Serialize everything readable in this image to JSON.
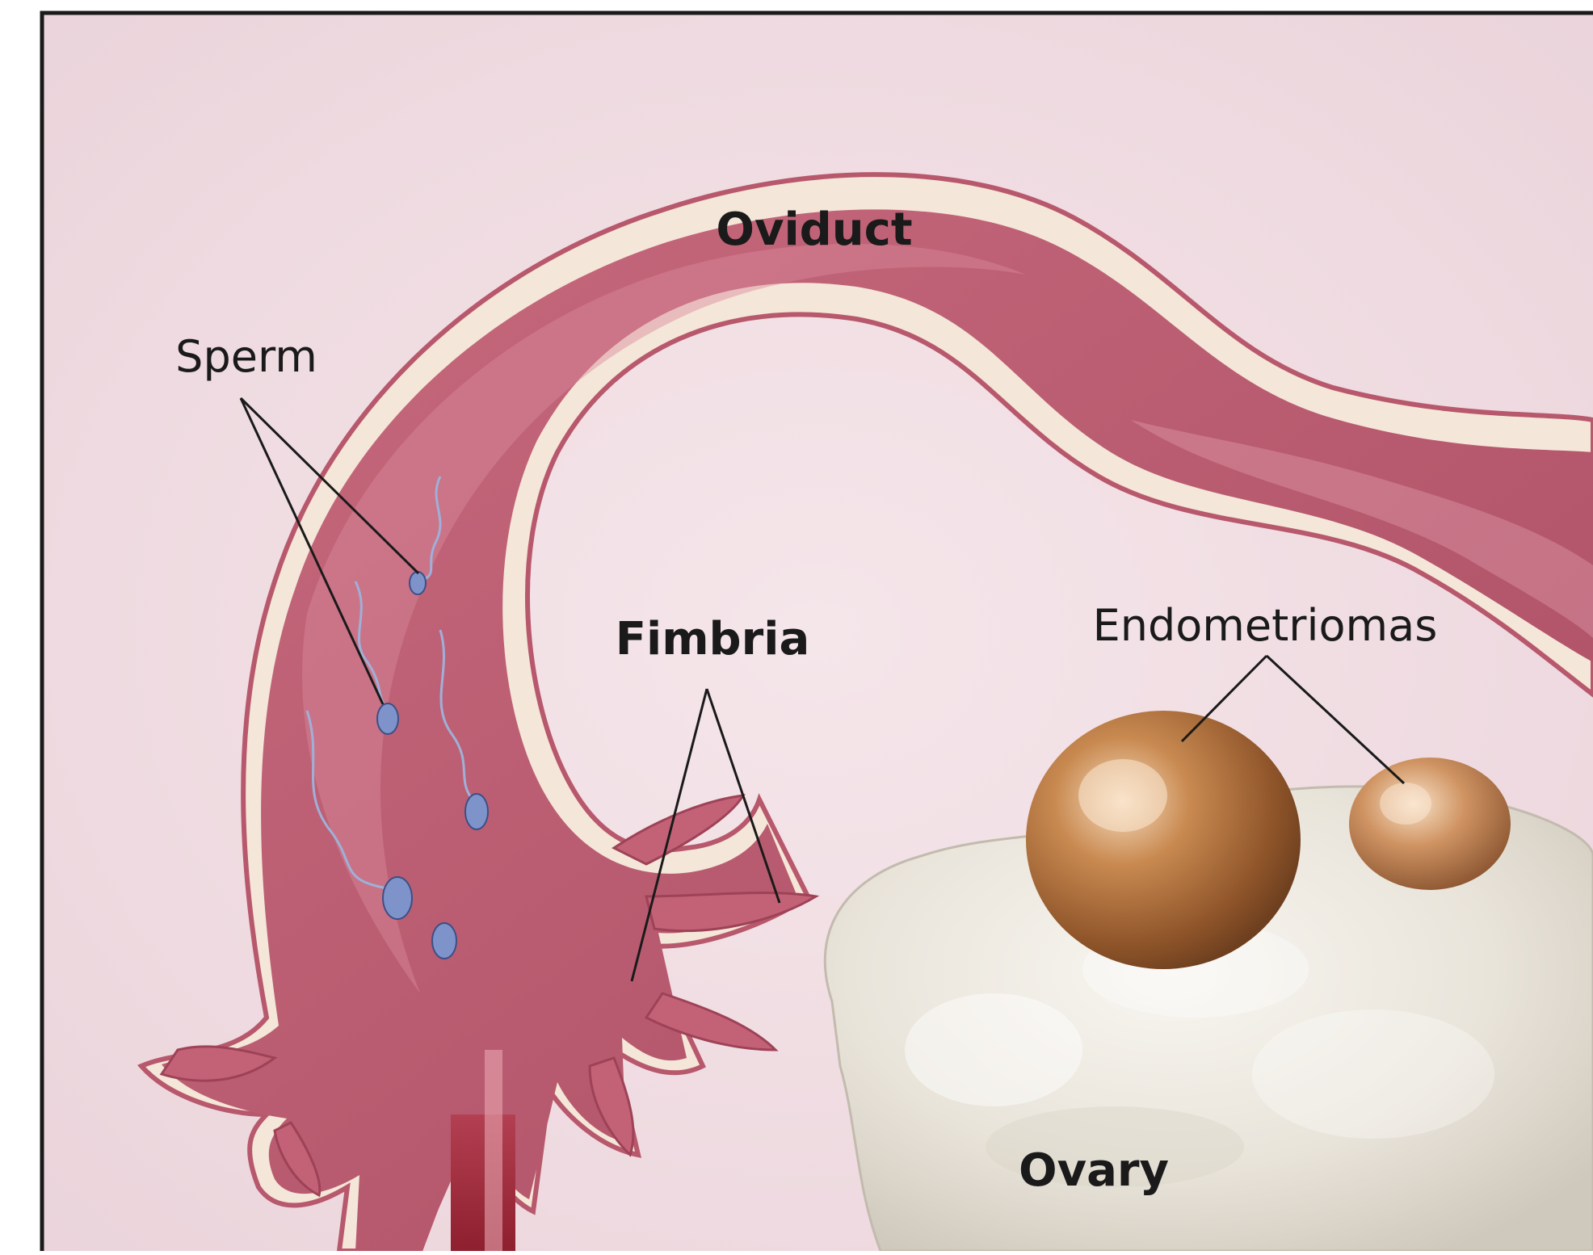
{
  "labels": {
    "oviduct": "Oviduct",
    "sperm": "Sperm",
    "fimbria": "Fimbria",
    "endometriomas": "Endometriomas",
    "ovary": "Ovary"
  },
  "colors": {
    "background": "#f1dde3",
    "frame": "#1a1a1a",
    "tube_wall": "#f4e6d8",
    "tube_outer": "#b8586c",
    "tube_lumen": "#c9677b",
    "tube_lumen_dark": "#a3455a",
    "ovary": "#ece8e0",
    "cyst": "#b5773e",
    "cyst_highlight": "#f2d2ad",
    "sperm": "#7d93c9",
    "label_text": "#1a1a1a"
  }
}
